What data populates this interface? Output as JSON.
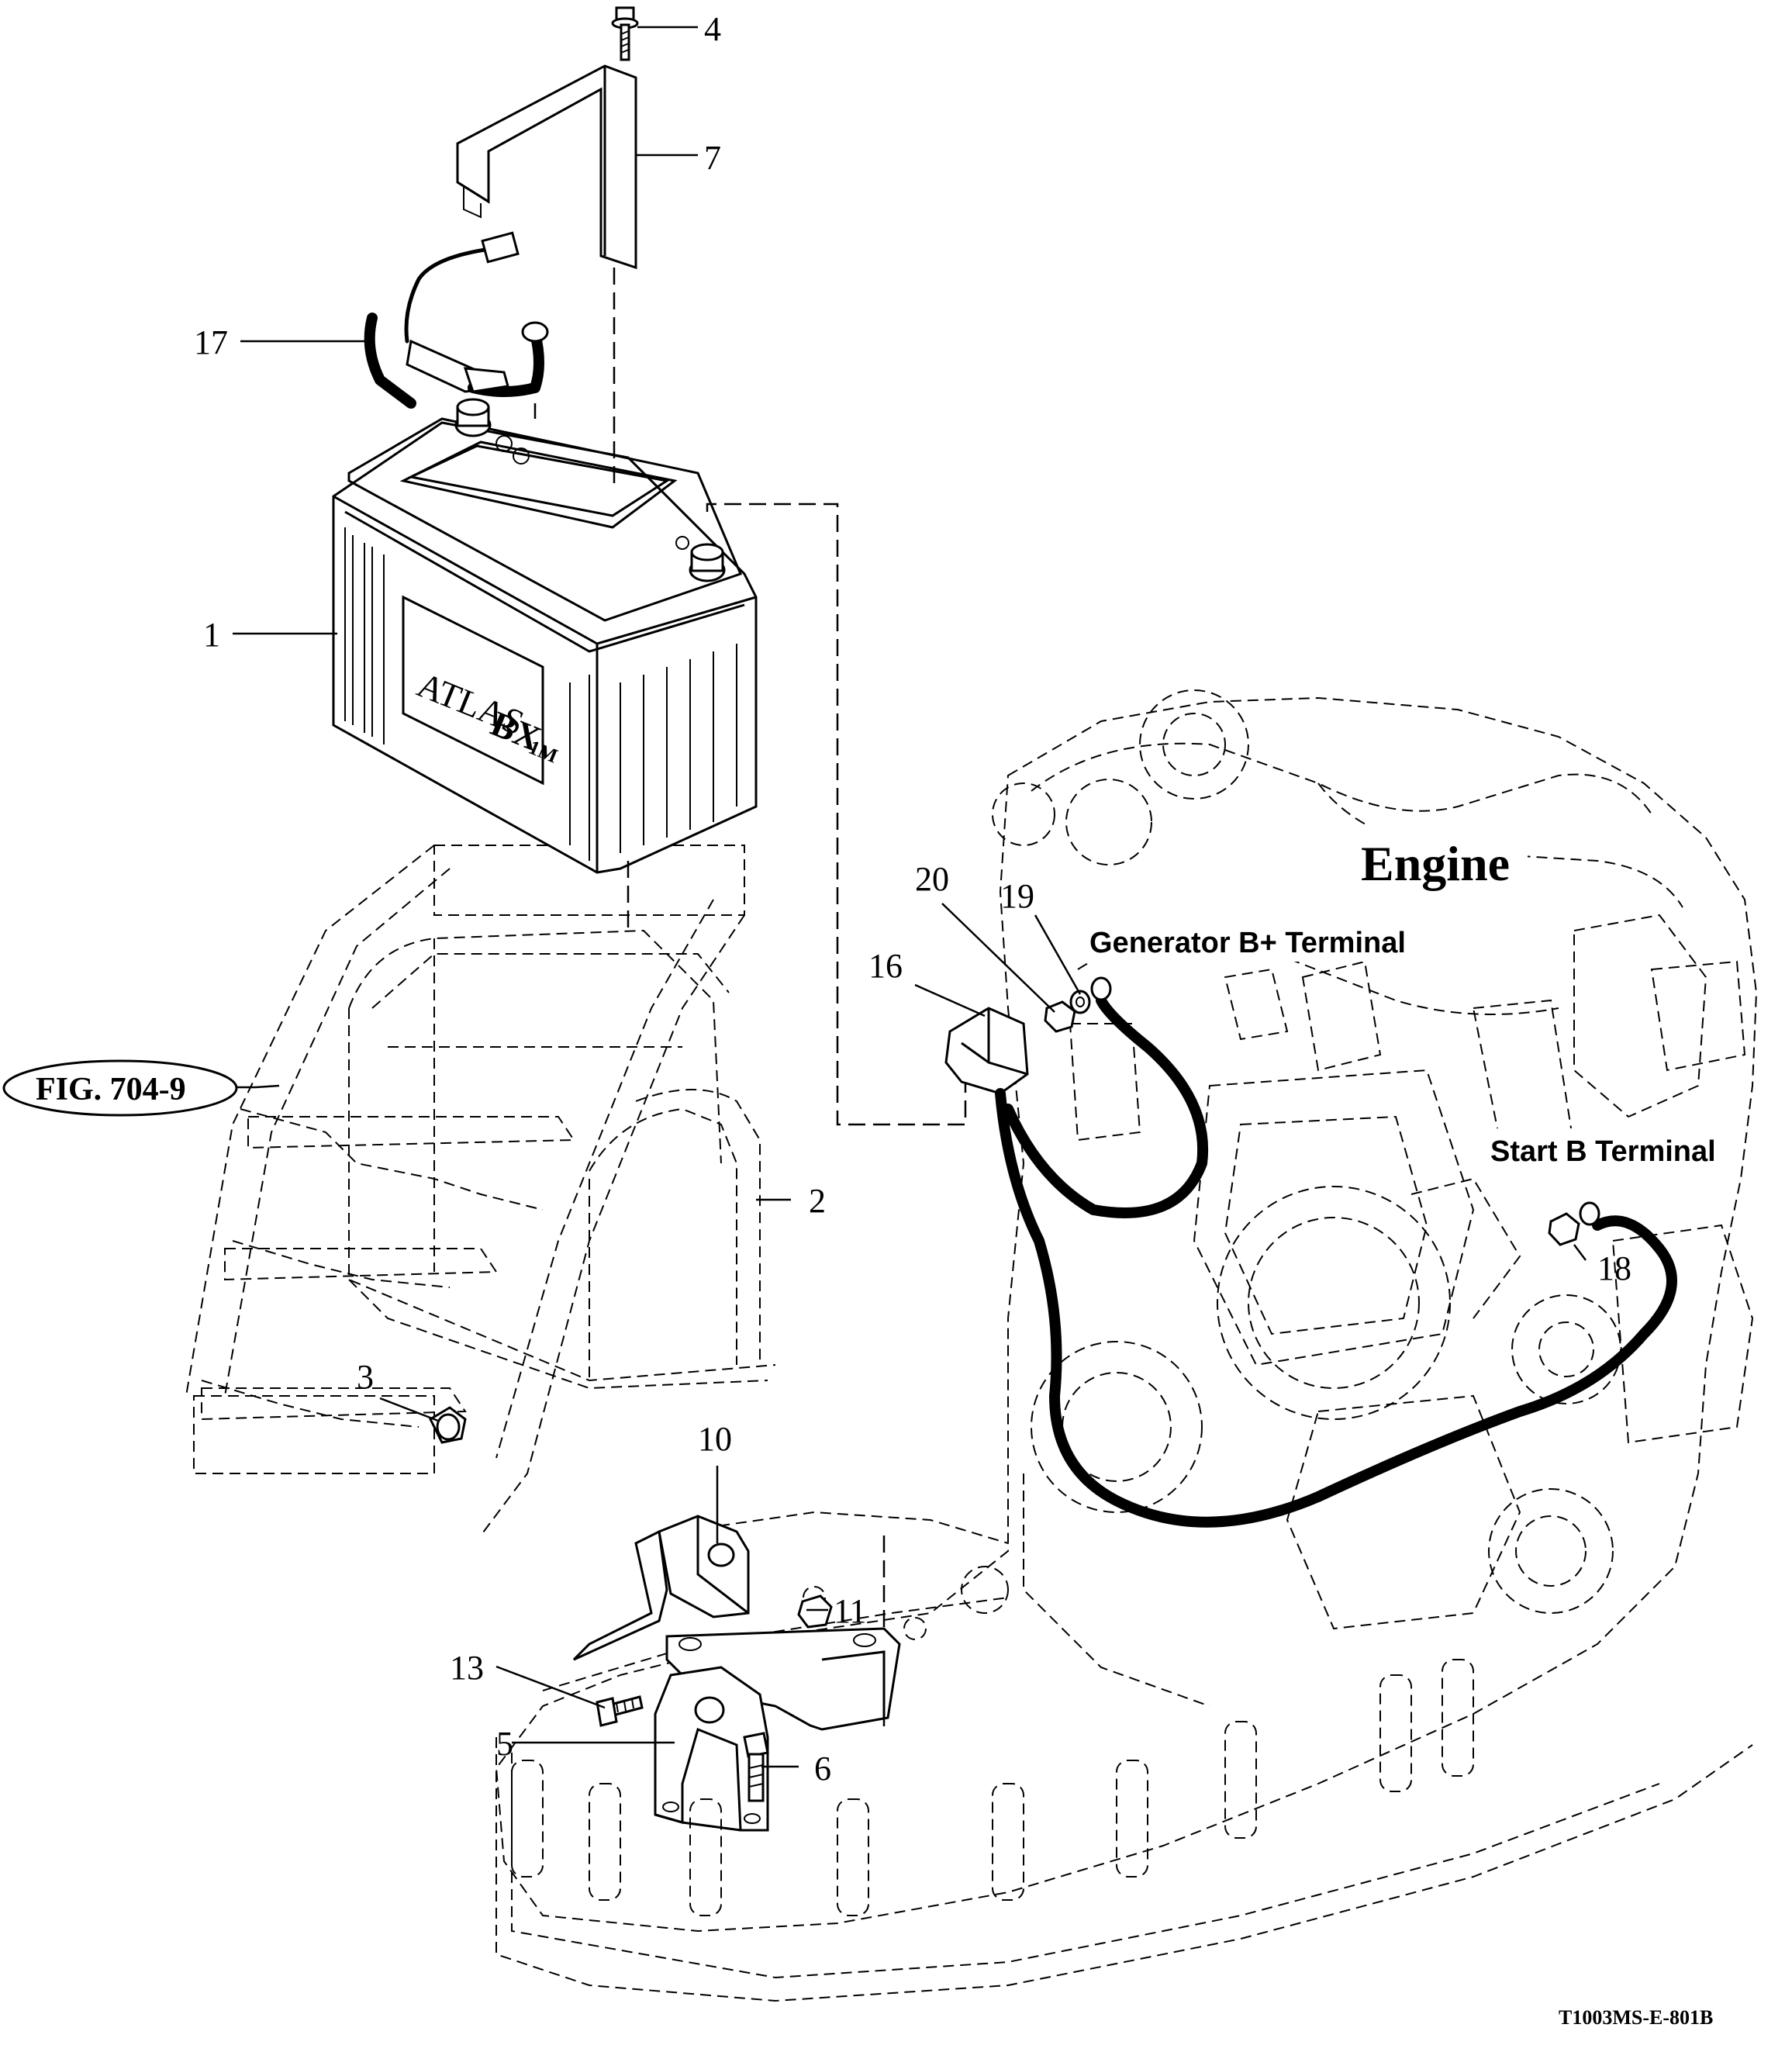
{
  "callouts": [
    {
      "id": "c1",
      "text": "1"
    },
    {
      "id": "c2",
      "text": "2"
    },
    {
      "id": "c3",
      "text": "3"
    },
    {
      "id": "c4",
      "text": "4"
    },
    {
      "id": "c5",
      "text": "5"
    },
    {
      "id": "c6",
      "text": "6"
    },
    {
      "id": "c7",
      "text": "7"
    },
    {
      "id": "c10",
      "text": "10"
    },
    {
      "id": "c11",
      "text": "11"
    },
    {
      "id": "c13",
      "text": "13"
    },
    {
      "id": "c16",
      "text": "16"
    },
    {
      "id": "c17",
      "text": "17"
    },
    {
      "id": "c18",
      "text": "18"
    },
    {
      "id": "c19",
      "text": "19"
    },
    {
      "id": "c20",
      "text": "20"
    }
  ],
  "labels": {
    "engine": "Engine",
    "generator_terminal": "Generator B+ Terminal",
    "start_terminal": "Start B Terminal",
    "figure_ref": "FIG. 704-9",
    "drawing_code": "T1003MS-E-801B"
  },
  "battery_logo": {
    "brand": "ATLAS",
    "model": "BX",
    "suffix": "1M"
  }
}
